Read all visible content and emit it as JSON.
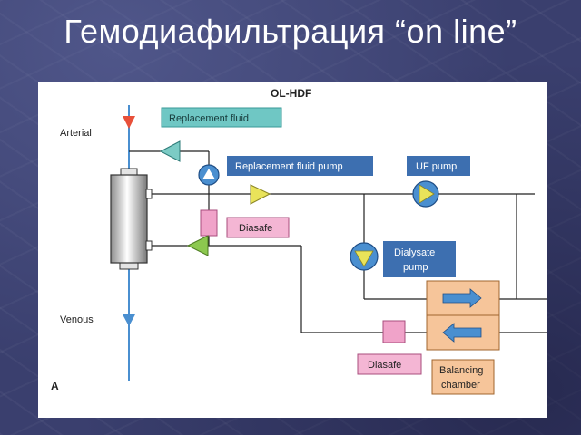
{
  "slide": {
    "title": "Гемодиафильтрация “on line”"
  },
  "diagram": {
    "heading": "OL-HDF",
    "panel_letter": "A",
    "labels": {
      "arterial": "Arterial",
      "venous": "Venous",
      "replacement_fluid": "Replacement fluid",
      "replacement_fluid_pump": "Replacement fluid pump",
      "uf_pump": "UF pump",
      "diasafe_1": "Diasafe",
      "dialysate_pump_line1": "Dialysate",
      "dialysate_pump_line2": "pump",
      "diasafe_2": "Diasafe",
      "balancing_chamber_line1": "Balancing",
      "balancing_chamber_line2": "chamber"
    },
    "colors": {
      "label_box_blue": "#3d6fb0",
      "label_box_teal": "#6fc7c4",
      "diasafe_box_pink": "#f0a3c9",
      "filter_pink": "#e06aa8",
      "balancing_orange": "#f6c59a",
      "arrow_red": "#e8503a",
      "arrow_blue": "#4a8fd0",
      "valve_yellow": "#e9e35a",
      "valve_green": "#8cc84f",
      "valve_teal": "#7ccbc5"
    }
  }
}
